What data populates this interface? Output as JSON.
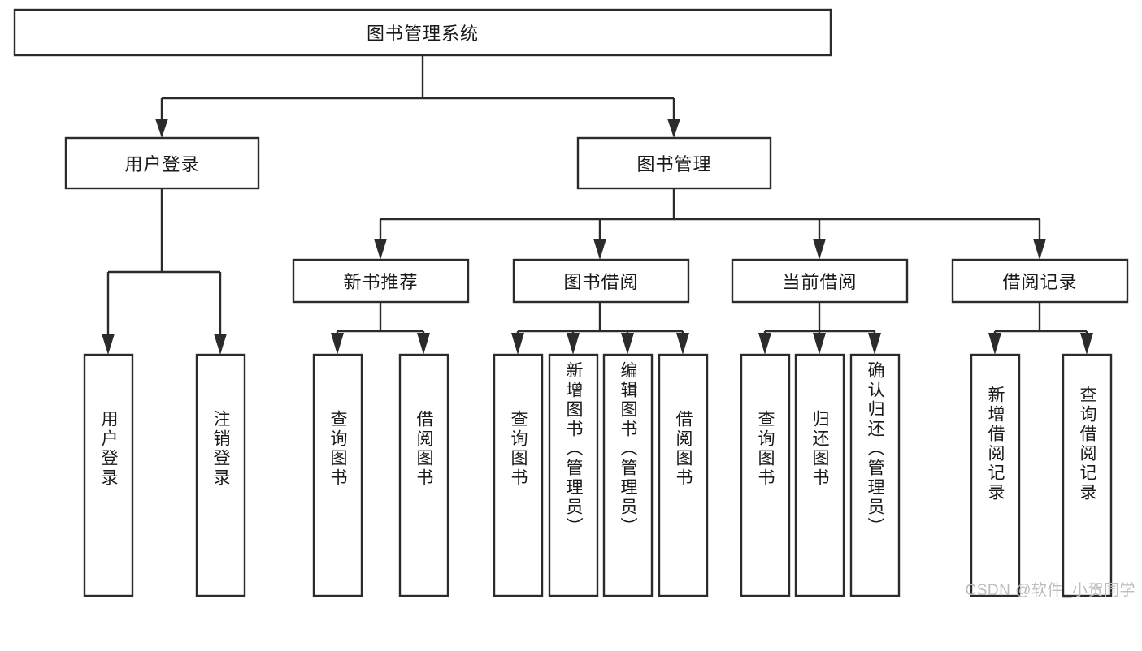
{
  "diagram": {
    "type": "tree-hierarchy",
    "title": "图书管理系统",
    "watermark": "CSDN @软件_小贺同学",
    "colors": {
      "stroke": "#2b2b2b",
      "fill": "#ffffff",
      "text": "#1a1a1a",
      "watermark": "#bdbdbd",
      "background": "#ffffff"
    },
    "levels": {
      "root": {
        "label": "图书管理系统"
      },
      "level2": [
        {
          "id": "user-login",
          "label": "用户登录"
        },
        {
          "id": "book-management",
          "label": "图书管理"
        }
      ],
      "level3": [
        {
          "id": "new-book-recommend",
          "label": "新书推荐"
        },
        {
          "id": "book-borrow",
          "label": "图书借阅"
        },
        {
          "id": "current-borrow",
          "label": "当前借阅"
        },
        {
          "id": "borrow-record",
          "label": "借阅记录"
        }
      ],
      "leaves": {
        "user-login": [
          {
            "id": "leaf-user-login",
            "label": "用户登录"
          },
          {
            "id": "leaf-logout-login",
            "label": "注销登录"
          }
        ],
        "new-book-recommend": [
          {
            "id": "leaf-query-book-1",
            "label": "查询图书"
          },
          {
            "id": "leaf-borrow-book-1",
            "label": "借阅图书"
          }
        ],
        "book-borrow": [
          {
            "id": "leaf-query-book-2",
            "label": "查询图书"
          },
          {
            "id": "leaf-add-book-admin",
            "label": "新增图书（管理员）"
          },
          {
            "id": "leaf-edit-book-admin",
            "label": "编辑图书（管理员）"
          },
          {
            "id": "leaf-borrow-book-2",
            "label": "借阅图书"
          }
        ],
        "current-borrow": [
          {
            "id": "leaf-query-book-3",
            "label": "查询图书"
          },
          {
            "id": "leaf-return-book",
            "label": "归还图书"
          },
          {
            "id": "leaf-confirm-return-admin",
            "label": "确认归还（管理员）"
          }
        ],
        "borrow-record": [
          {
            "id": "leaf-add-borrow-record",
            "label": "新增借阅记录"
          },
          {
            "id": "leaf-query-borrow-record",
            "label": "查询借阅记录"
          }
        ]
      }
    }
  }
}
